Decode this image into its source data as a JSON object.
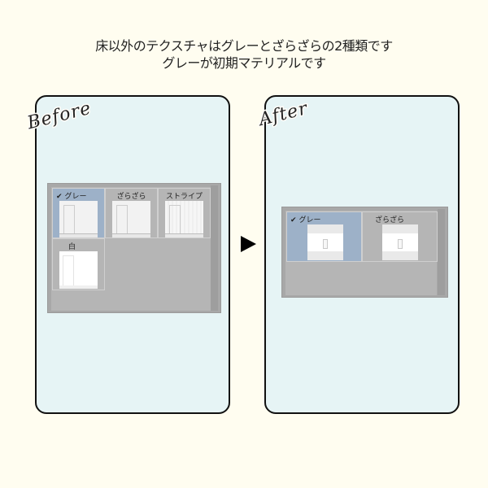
{
  "caption": {
    "line1": "床以外のテクスチャはグレーとざらざらの2種類です",
    "line2": "グレーが初期マテリアルです"
  },
  "before": {
    "label": "Before",
    "tiles": [
      {
        "label": "グレー",
        "selected": true,
        "check": "✔"
      },
      {
        "label": "ざらざら",
        "selected": false
      },
      {
        "label": "ストライプ",
        "selected": false
      },
      {
        "label": "白",
        "selected": false
      }
    ]
  },
  "after": {
    "label": "After",
    "tiles": [
      {
        "label": "グレー",
        "selected": true,
        "check": "✔"
      },
      {
        "label": "ざらざら",
        "selected": false
      }
    ]
  },
  "arrow": {
    "icon": "right-triangle-arrow"
  },
  "colors": {
    "background": "#fffdf0",
    "panel": "#e6f4f5",
    "panel_border": "#111111",
    "window": "#b5b5b5",
    "selected_tile": "#9db1c8"
  }
}
